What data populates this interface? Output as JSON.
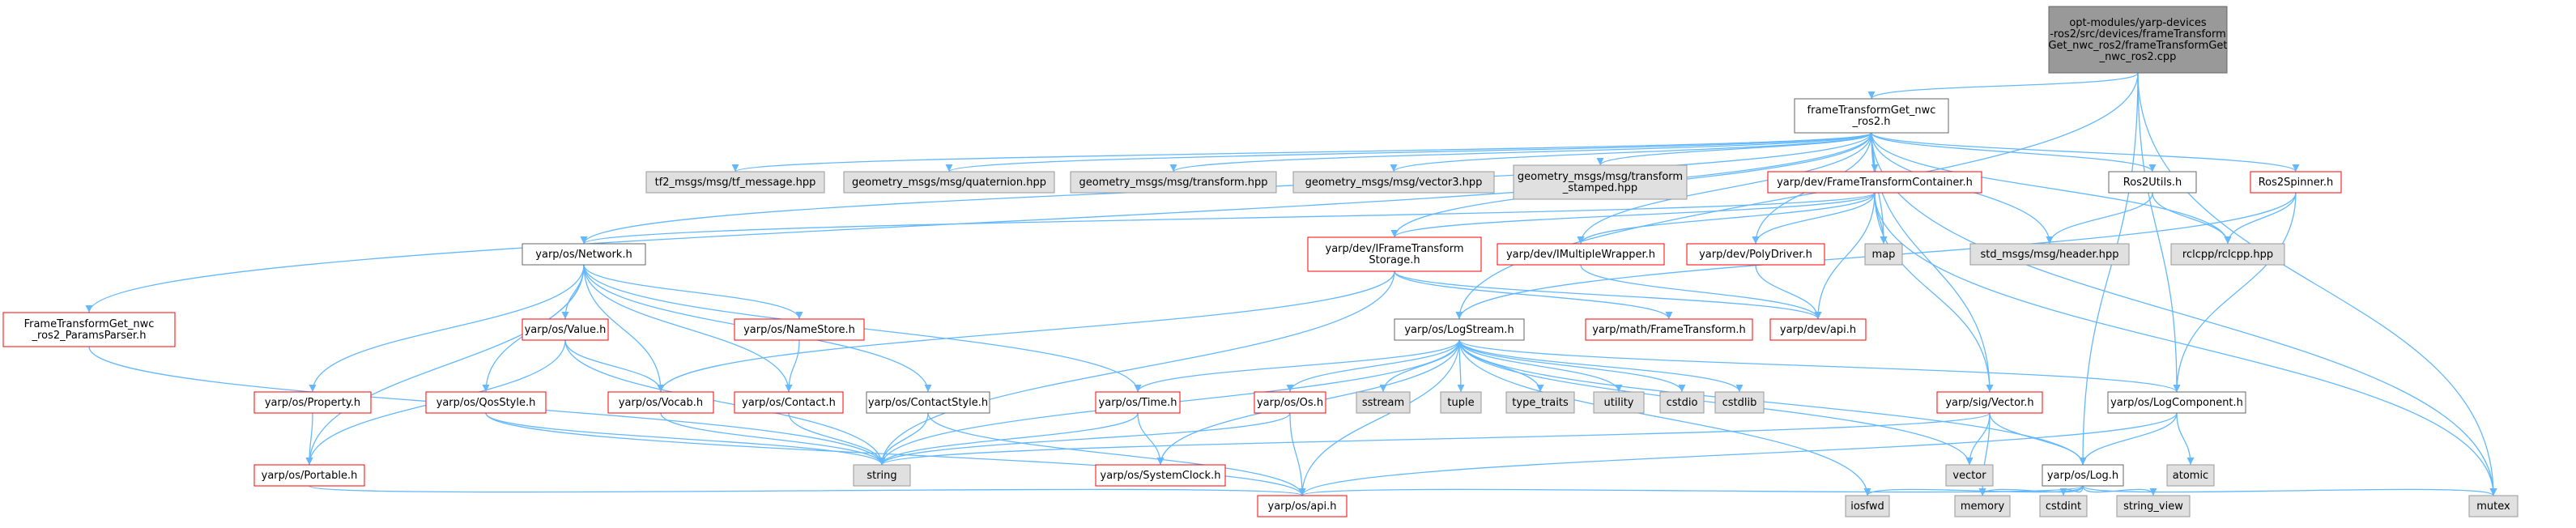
{
  "colors": {
    "edge": "#63b8ff",
    "root_fill": "#999999",
    "root_border": "#666666",
    "file_fill": "#ffffff",
    "file_border": "#666666",
    "ext_fill": "#e0e0e0",
    "ext_border": "#999999",
    "broken_border": "#ff0000",
    "text": "#000000",
    "link_text": "#000000"
  },
  "nodes": [
    {
      "id": "root",
      "kind": "root",
      "lines": [
        "opt-modules/yarp-devices",
        "-ros2/src/devices/frameTransform",
        "Get_nwc_ros2/frameTransformGet",
        "_nwc_ros2.cpp"
      ]
    },
    {
      "id": "ftg_h",
      "kind": "file",
      "lines": [
        "frameTransformGet_nwc",
        "_ros2.h"
      ]
    },
    {
      "id": "tf2",
      "kind": "ext",
      "lines": [
        "tf2_msgs/msg/tf_message.hpp"
      ]
    },
    {
      "id": "quat",
      "kind": "ext",
      "lines": [
        "geometry_msgs/msg/quaternion.hpp"
      ]
    },
    {
      "id": "transform",
      "kind": "ext",
      "lines": [
        "geometry_msgs/msg/transform.hpp"
      ]
    },
    {
      "id": "vector3",
      "kind": "ext",
      "lines": [
        "geometry_msgs/msg/vector3.hpp"
      ]
    },
    {
      "id": "tstamped",
      "kind": "ext",
      "lines": [
        "geometry_msgs/msg/transform",
        "_stamped.hpp"
      ]
    },
    {
      "id": "ftcont",
      "kind": "broken",
      "lines": [
        "yarp/dev/FrameTransformContainer.h"
      ]
    },
    {
      "id": "ros2utils",
      "kind": "file",
      "lines": [
        "Ros2Utils.h"
      ]
    },
    {
      "id": "ros2spinner",
      "kind": "broken",
      "lines": [
        "Ros2Spinner.h"
      ]
    },
    {
      "id": "network",
      "kind": "file",
      "lines": [
        "yarp/os/Network.h"
      ]
    },
    {
      "id": "iftstorage",
      "kind": "broken",
      "lines": [
        "yarp/dev/IFrameTransform",
        "Storage.h"
      ]
    },
    {
      "id": "imultiple",
      "kind": "broken",
      "lines": [
        "yarp/dev/IMultipleWrapper.h"
      ]
    },
    {
      "id": "polydriver",
      "kind": "broken",
      "lines": [
        "yarp/dev/PolyDriver.h"
      ]
    },
    {
      "id": "map",
      "kind": "ext",
      "lines": [
        "map"
      ]
    },
    {
      "id": "stdheader",
      "kind": "ext",
      "lines": [
        "std_msgs/msg/header.hpp"
      ]
    },
    {
      "id": "rclcpp",
      "kind": "ext",
      "lines": [
        "rclcpp/rclcpp.hpp"
      ]
    },
    {
      "id": "paramsparser",
      "kind": "broken",
      "lines": [
        "FrameTransformGet_nwc",
        "_ros2_ParamsParser.h"
      ]
    },
    {
      "id": "value",
      "kind": "broken",
      "lines": [
        "yarp/os/Value.h"
      ]
    },
    {
      "id": "namestore",
      "kind": "broken",
      "lines": [
        "yarp/os/NameStore.h"
      ]
    },
    {
      "id": "logstream",
      "kind": "file",
      "lines": [
        "yarp/os/LogStream.h"
      ]
    },
    {
      "id": "mathft",
      "kind": "broken",
      "lines": [
        "yarp/math/FrameTransform.h"
      ]
    },
    {
      "id": "devapi",
      "kind": "broken",
      "lines": [
        "yarp/dev/api.h"
      ]
    },
    {
      "id": "property",
      "kind": "broken",
      "lines": [
        "yarp/os/Property.h"
      ]
    },
    {
      "id": "qosstyle",
      "kind": "broken",
      "lines": [
        "yarp/os/QosStyle.h"
      ]
    },
    {
      "id": "vocab",
      "kind": "broken",
      "lines": [
        "yarp/os/Vocab.h"
      ]
    },
    {
      "id": "contact",
      "kind": "broken",
      "lines": [
        "yarp/os/Contact.h"
      ]
    },
    {
      "id": "contactstyle",
      "kind": "file",
      "lines": [
        "yarp/os/ContactStyle.h"
      ]
    },
    {
      "id": "time",
      "kind": "broken",
      "lines": [
        "yarp/os/Time.h"
      ]
    },
    {
      "id": "os",
      "kind": "broken",
      "lines": [
        "yarp/os/Os.h"
      ]
    },
    {
      "id": "sstream",
      "kind": "ext",
      "lines": [
        "sstream"
      ]
    },
    {
      "id": "tuple",
      "kind": "ext",
      "lines": [
        "tuple"
      ]
    },
    {
      "id": "type_traits",
      "kind": "ext",
      "lines": [
        "type_traits"
      ]
    },
    {
      "id": "utility",
      "kind": "ext",
      "lines": [
        "utility"
      ]
    },
    {
      "id": "cstdio",
      "kind": "ext",
      "lines": [
        "cstdio"
      ]
    },
    {
      "id": "cstdlib",
      "kind": "ext",
      "lines": [
        "cstdlib"
      ]
    },
    {
      "id": "sigvector",
      "kind": "broken",
      "lines": [
        "yarp/sig/Vector.h"
      ]
    },
    {
      "id": "logcomponent",
      "kind": "file",
      "lines": [
        "yarp/os/LogComponent.h"
      ]
    },
    {
      "id": "portable",
      "kind": "broken",
      "lines": [
        "yarp/os/Portable.h"
      ]
    },
    {
      "id": "string",
      "kind": "ext",
      "lines": [
        "string"
      ]
    },
    {
      "id": "systemclock",
      "kind": "broken",
      "lines": [
        "yarp/os/SystemClock.h"
      ]
    },
    {
      "id": "vector",
      "kind": "ext",
      "lines": [
        "vector"
      ]
    },
    {
      "id": "atomic",
      "kind": "ext",
      "lines": [
        "atomic"
      ]
    },
    {
      "id": "log",
      "kind": "file",
      "lines": [
        "yarp/os/Log.h"
      ]
    },
    {
      "id": "osapi",
      "kind": "broken",
      "lines": [
        "yarp/os/api.h"
      ]
    },
    {
      "id": "iosfwd",
      "kind": "ext",
      "lines": [
        "iosfwd"
      ]
    },
    {
      "id": "memory",
      "kind": "ext",
      "lines": [
        "memory"
      ]
    },
    {
      "id": "cstdint",
      "kind": "ext",
      "lines": [
        "cstdint"
      ]
    },
    {
      "id": "string_view",
      "kind": "ext",
      "lines": [
        "string_view"
      ]
    },
    {
      "id": "mutex",
      "kind": "ext",
      "lines": [
        "mutex"
      ]
    }
  ],
  "edges": [
    [
      "root",
      "ftg_h"
    ],
    [
      "root",
      "logstream"
    ],
    [
      "root",
      "logcomponent"
    ],
    [
      "root",
      "log"
    ],
    [
      "root",
      "mutex"
    ],
    [
      "ftg_h",
      "tf2"
    ],
    [
      "ftg_h",
      "quat"
    ],
    [
      "ftg_h",
      "transform"
    ],
    [
      "ftg_h",
      "vector3"
    ],
    [
      "ftg_h",
      "tstamped"
    ],
    [
      "ftg_h",
      "ftcont"
    ],
    [
      "ftg_h",
      "ros2utils"
    ],
    [
      "ftg_h",
      "ros2spinner"
    ],
    [
      "ftg_h",
      "network"
    ],
    [
      "ftg_h",
      "iftstorage"
    ],
    [
      "ftg_h",
      "imultiple"
    ],
    [
      "ftg_h",
      "polydriver"
    ],
    [
      "ftg_h",
      "map"
    ],
    [
      "ftg_h",
      "stdheader"
    ],
    [
      "ftg_h",
      "rclcpp"
    ],
    [
      "ftg_h",
      "paramsparser"
    ],
    [
      "ftg_h",
      "sigvector"
    ],
    [
      "ftg_h",
      "mutex"
    ],
    [
      "ftcont",
      "iftstorage"
    ],
    [
      "ftcont",
      "imultiple"
    ],
    [
      "ftcont",
      "polydriver"
    ],
    [
      "ftcont",
      "map"
    ],
    [
      "ftcont",
      "network"
    ],
    [
      "ftcont",
      "sigvector"
    ],
    [
      "ftcont",
      "mutex"
    ],
    [
      "ftcont",
      "devapi"
    ],
    [
      "ros2utils",
      "stdheader"
    ],
    [
      "ros2utils",
      "rclcpp"
    ],
    [
      "ros2spinner",
      "rclcpp"
    ],
    [
      "ros2spinner",
      "logcomponent"
    ],
    [
      "ros2spinner",
      "logstream"
    ],
    [
      "network",
      "value"
    ],
    [
      "network",
      "namestore"
    ],
    [
      "network",
      "property"
    ],
    [
      "network",
      "qosstyle"
    ],
    [
      "network",
      "vocab"
    ],
    [
      "network",
      "contact"
    ],
    [
      "network",
      "contactstyle"
    ],
    [
      "network",
      "time"
    ],
    [
      "network",
      "portable"
    ],
    [
      "iftstorage",
      "mathft"
    ],
    [
      "iftstorage",
      "devapi"
    ],
    [
      "iftstorage",
      "string"
    ],
    [
      "iftstorage",
      "vocab"
    ],
    [
      "imultiple",
      "devapi"
    ],
    [
      "polydriver",
      "devapi"
    ],
    [
      "paramsparser",
      "string"
    ],
    [
      "value",
      "vocab"
    ],
    [
      "value",
      "string"
    ],
    [
      "value",
      "portable"
    ],
    [
      "namestore",
      "contact"
    ],
    [
      "property",
      "portable"
    ],
    [
      "qosstyle",
      "string"
    ],
    [
      "qosstyle",
      "osapi"
    ],
    [
      "vocab",
      "string"
    ],
    [
      "contact",
      "string"
    ],
    [
      "contactstyle",
      "string"
    ],
    [
      "contactstyle",
      "osapi"
    ],
    [
      "time",
      "systemclock"
    ],
    [
      "time",
      "string"
    ],
    [
      "os",
      "osapi"
    ],
    [
      "os",
      "string"
    ],
    [
      "logstream",
      "time"
    ],
    [
      "logstream",
      "os"
    ],
    [
      "logstream",
      "sstream"
    ],
    [
      "logstream",
      "tuple"
    ],
    [
      "logstream",
      "type_traits"
    ],
    [
      "logstream",
      "utility"
    ],
    [
      "logstream",
      "cstdio"
    ],
    [
      "logstream",
      "cstdlib"
    ],
    [
      "logstream",
      "string"
    ],
    [
      "logstream",
      "vector"
    ],
    [
      "logstream",
      "systemclock"
    ],
    [
      "logstream",
      "logcomponent"
    ],
    [
      "logstream",
      "log"
    ],
    [
      "logstream",
      "osapi"
    ],
    [
      "logstream",
      "iosfwd"
    ],
    [
      "sigvector",
      "vector"
    ],
    [
      "sigvector",
      "memory"
    ],
    [
      "sigvector",
      "log"
    ],
    [
      "sigvector",
      "string"
    ],
    [
      "logcomponent",
      "atomic"
    ],
    [
      "logcomponent",
      "log"
    ],
    [
      "logcomponent",
      "osapi"
    ],
    [
      "portable",
      "osapi"
    ],
    [
      "log",
      "osapi"
    ],
    [
      "log",
      "iosfwd"
    ],
    [
      "log",
      "memory"
    ],
    [
      "log",
      "cstdint"
    ],
    [
      "log",
      "string_view"
    ],
    [
      "log",
      "mutex"
    ]
  ]
}
